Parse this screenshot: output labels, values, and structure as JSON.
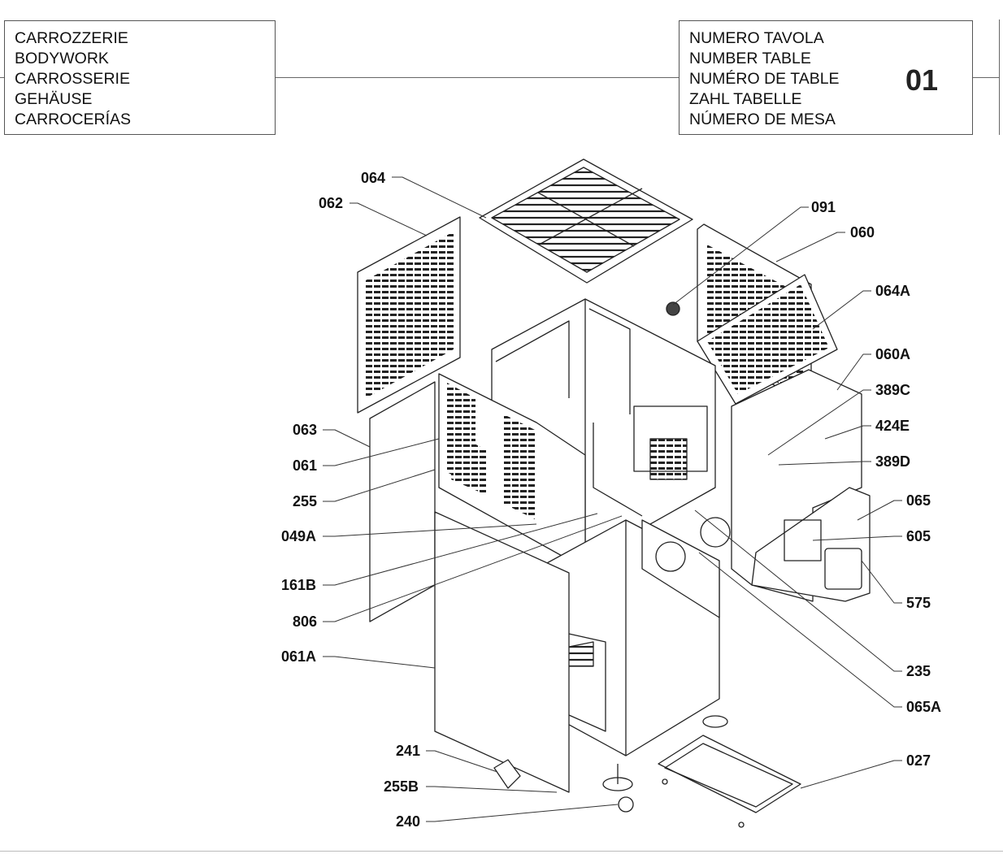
{
  "header": {
    "left_box": [
      "CARROZZERIE",
      "BODYWORK",
      "CARROSSERIE",
      "GEHÄUSE",
      "CARROCERÍAS"
    ],
    "right_box": [
      "NUMERO TAVOLA",
      "NUMBER TABLE",
      "NUMÉRO DE TABLE",
      "ZAHL TABELLE",
      "NÚMERO DE MESA"
    ],
    "table_number": "01"
  },
  "callouts": {
    "c064": "064",
    "c062": "062",
    "c091": "091",
    "c060": "060",
    "c064A": "064A",
    "c060A": "060A",
    "c389C": "389C",
    "c424E": "424E",
    "c389D": "389D",
    "c063": "063",
    "c061": "061",
    "c255": "255",
    "c065": "065",
    "c605": "605",
    "c049A": "049A",
    "c161B": "161B",
    "c575": "575",
    "c806": "806",
    "c061A": "061A",
    "c235": "235",
    "c065A": "065A",
    "c241": "241",
    "c027": "027",
    "c255B": "255B",
    "c240": "240"
  }
}
